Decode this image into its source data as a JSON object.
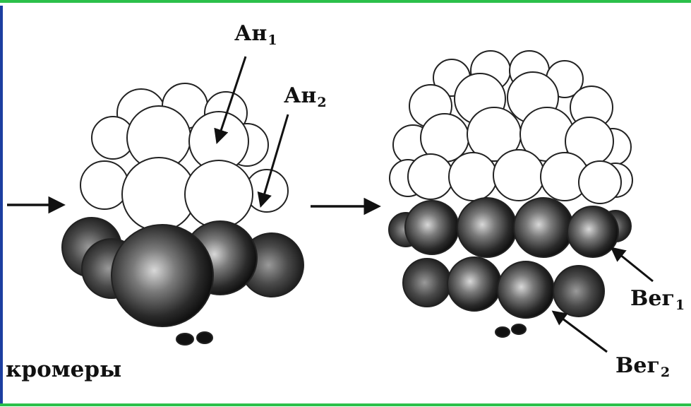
{
  "labels": {
    "an1": {
      "base": "Ан",
      "sub": "1"
    },
    "an2": {
      "base": "Ан",
      "sub": "2"
    },
    "veg1": {
      "base": "Вег",
      "sub": "1"
    },
    "veg2": {
      "base": "Вег",
      "sub": "2"
    }
  },
  "caption": "кромеры",
  "colors": {
    "frame_green": "#2cc04a",
    "frame_blue": "#1c3fa0"
  }
}
